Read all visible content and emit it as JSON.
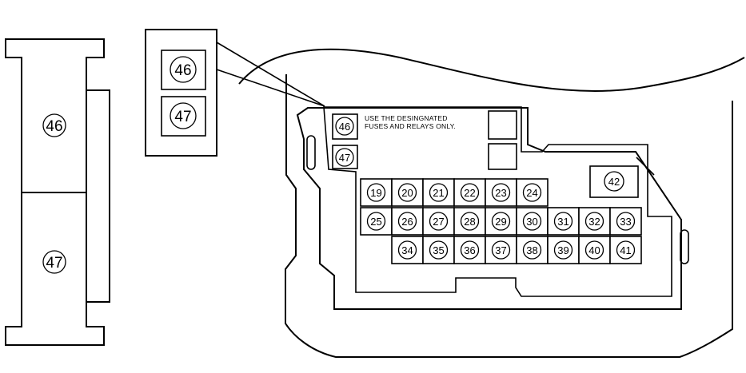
{
  "notice": {
    "line1": "USE THE DESINGNATED",
    "line2": "FUSES AND RELAYS ONLY."
  },
  "relay_detail": {
    "top": "46",
    "bottom": "47"
  },
  "callout": {
    "top": "46",
    "bottom": "47"
  },
  "panel": {
    "relay_top": "46",
    "relay_bottom": "47",
    "relay_42": "42",
    "fuse_row1": [
      "19",
      "20",
      "21",
      "22",
      "23",
      "24"
    ],
    "fuse_row2": [
      "25",
      "26",
      "27",
      "28",
      "29",
      "30",
      "31",
      "32",
      "33"
    ],
    "fuse_row3": [
      "34",
      "35",
      "36",
      "37",
      "38",
      "39",
      "40",
      "41"
    ]
  }
}
